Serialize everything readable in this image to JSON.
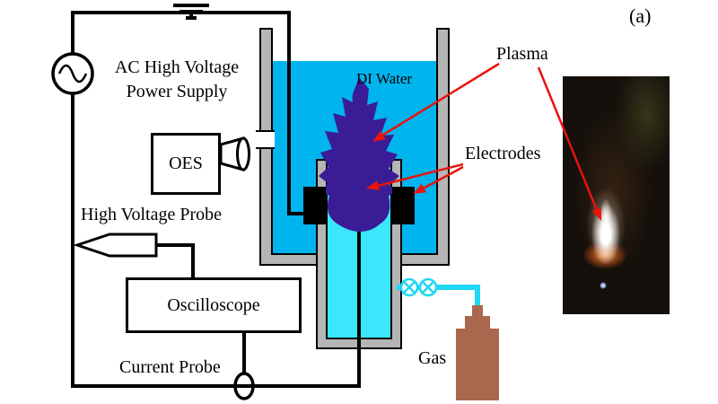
{
  "panel_label": "(a)",
  "colors": {
    "water": "#00b4ee",
    "tube_water": "#3ae7fb",
    "plasma": "#3a1d96",
    "wall_gray": "#b5b5b5",
    "gas_line": "#1ed7f2",
    "cylinder_brown": "#a9684d",
    "arrow_red": "#e8130c"
  },
  "components": {
    "power_supply": {
      "label": "AC High Voltage Power Supply"
    },
    "oes": {
      "label": "OES"
    },
    "hv_probe": {
      "label": "High Voltage Probe"
    },
    "oscilloscope": {
      "label": "Oscilloscope"
    },
    "current_probe": {
      "label": "Current Probe"
    },
    "di_water": {
      "label": "DI Water"
    },
    "plasma": {
      "label": "Plasma"
    },
    "electrodes": {
      "label": "Electrodes"
    },
    "gas": {
      "label": "Gas"
    }
  }
}
